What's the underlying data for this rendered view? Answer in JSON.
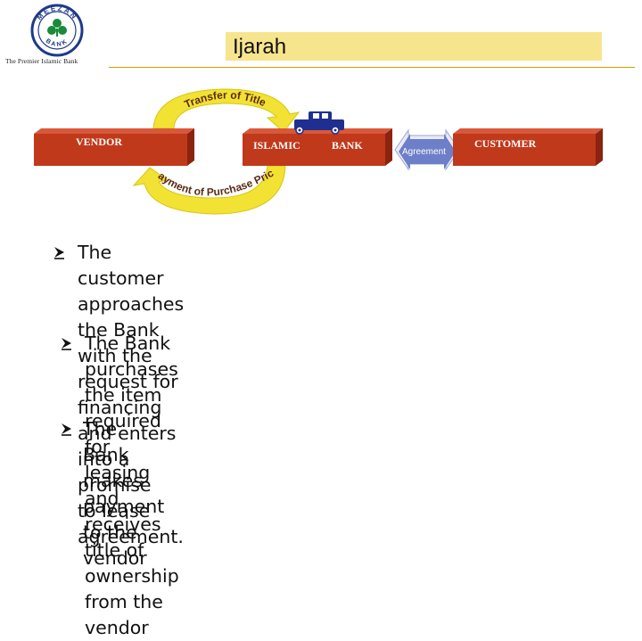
{
  "header": {
    "title": "Ijarah",
    "logo_caption": "The Premier Islamic Bank",
    "logo_top_text": "MEEZAN",
    "logo_bottom_text": "BANK"
  },
  "diagram": {
    "vendor_label": "VENDOR",
    "islamic_label": "ISLAMIC",
    "bank_label": "BANK",
    "customer_label": "CUSTOMER",
    "agreement_label": "Agreement",
    "top_arrow_label": "Transfer of Title",
    "bottom_arrow_label": "Payment of Purchase Price",
    "colors": {
      "box": "#c0391b",
      "box_dark": "#8a2410",
      "arrow": "#f2e233",
      "curved_text": "#5b2a14",
      "car": "#1f2f8f",
      "agreement": "#6d7fc8"
    }
  },
  "bullets": [
    {
      "text": "The customer approaches the Bank with the\nrequest for financing and enters into a promise\nto lease agreement."
    },
    {
      "text": "The Bank purchases the item required for\nleasing and receives title of ownership from the\nvendor"
    },
    {
      "text": "The Bank makes payment to the vendor"
    }
  ]
}
